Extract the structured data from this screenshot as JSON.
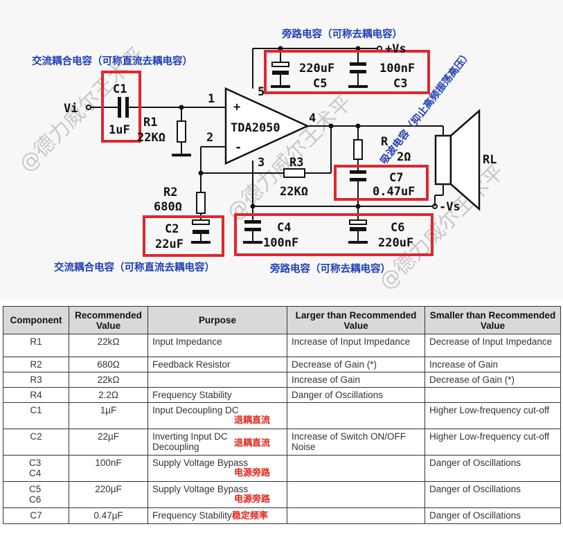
{
  "schematic": {
    "labels": {
      "vi": "Vi",
      "c1_name": "C1",
      "c1_value": "1uF",
      "r1_name": "R1",
      "r1_value": "22KΩ",
      "c2_name": "C2",
      "c2_value": "22uF",
      "r2_name": "R2",
      "r2_value": "680Ω",
      "r3_name": "R3",
      "r3_value": "22KΩ",
      "r4_name": "R",
      "r4_value": "2Ω",
      "c3_name": "C3",
      "c3_value": "100nF",
      "c4_name": "C4",
      "c4_value": "100nF",
      "c5_name": "C5",
      "c5_value": "220uF",
      "c6_name": "C6",
      "c6_value": "220uF",
      "c7_name": "C7",
      "c7_value": "0.47uF",
      "ic": "TDA2050",
      "pin1": "1",
      "pin2": "2",
      "pin3": "3",
      "pin4": "4",
      "pin5": "5",
      "plus": "+",
      "minus": "-",
      "vs_pos": "+Vs",
      "vs_neg": "-Vs",
      "rl": "RL"
    },
    "notes": {
      "c1": "交流耦合电容（可称直流去耦电容）",
      "c5c3": "旁路电容（可称去耦电容）",
      "c2": "交流耦合电容（可称直流去耦电容）",
      "c4c6": "旁路电容（可称去耦电容）",
      "c7": "吸波电容（抑止高频振荡高压）"
    },
    "watermark": "@德力威尔王术平",
    "colors": {
      "highlight": "#e0262e",
      "note": "#1f3fb3",
      "annotation": "#e0261b"
    }
  },
  "table": {
    "headers": [
      "Component",
      "Recommended Value",
      "Purpose",
      "Larger than Recommended Value",
      "Smaller than Recommended Value"
    ],
    "rows": [
      {
        "component": "R1",
        "value": "22kΩ",
        "purpose": "Input Impedance",
        "note": "",
        "larger": "Increase of Input Impedance",
        "smaller": "Decrease of Input Impedance"
      },
      {
        "component": "R2",
        "value": "680Ω",
        "purpose": "Feedback Resistor",
        "note": "",
        "larger": "Decrease of Gain (*)",
        "smaller": "Increase of Gain"
      },
      {
        "component": "R3",
        "value": "22kΩ",
        "purpose": "",
        "note": "",
        "larger": "Increase of Gain",
        "smaller": "Decrease of Gain (*)"
      },
      {
        "component": "R4",
        "value": "2.2Ω",
        "purpose": "Frequency Stability",
        "note": "",
        "larger": "Danger of Oscillations",
        "smaller": ""
      },
      {
        "component": "C1",
        "value": "1µF",
        "purpose": "Input Decoupling DC",
        "note": "退耦直流",
        "larger": "",
        "smaller": "Higher Low-frequency cut-off"
      },
      {
        "component": "C2",
        "value": "22µF",
        "purpose": "Inverting Input DC Decoupling",
        "note": "退耦直流",
        "larger": "Increase of Switch ON/OFF Noise",
        "smaller": "Higher Low-frequency cut-off"
      },
      {
        "component": "C3 C4",
        "value": "100nF",
        "purpose": "Supply Voltage Bypass",
        "note": "电源旁路",
        "larger": "",
        "smaller": "Danger of Oscillations"
      },
      {
        "component": "C5 C6",
        "value": "220µF",
        "purpose": "Supply Voltage Bypass",
        "note": "电源旁路",
        "larger": "",
        "smaller": "Danger of Oscillations"
      },
      {
        "component": "C7",
        "value": "0.47µF",
        "purpose": "Frequency Stability",
        "note": "稳定频率",
        "larger": "",
        "smaller": "Danger of Oscillations"
      }
    ]
  }
}
